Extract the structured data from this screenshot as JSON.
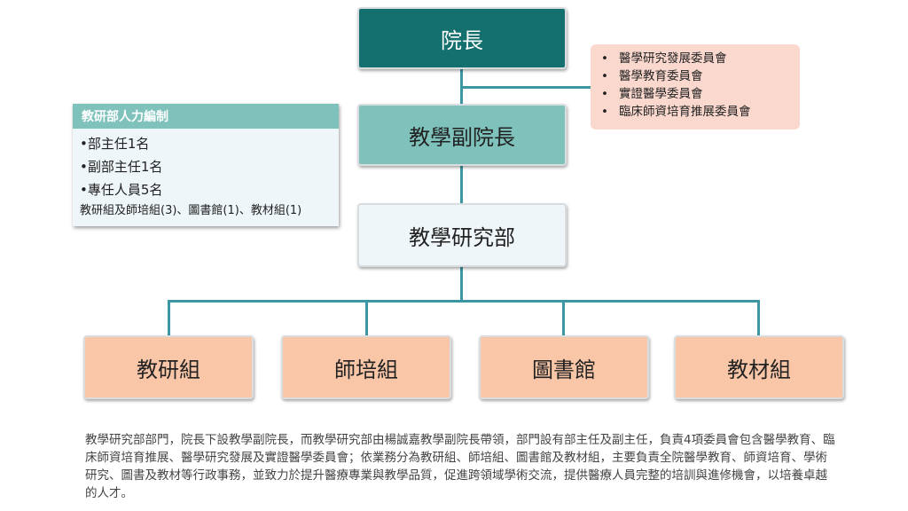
{
  "org": {
    "dean": "院長",
    "vice_dean": "教學副院長",
    "department": "教學研究部",
    "units": [
      "教研組",
      "師培組",
      "圖書館",
      "教材組"
    ]
  },
  "committees": {
    "bullet": "•",
    "items": [
      "醫學研究發展委員會",
      "醫學教育委員會",
      "實證醫學委員會",
      "臨床師資培育推展委員會"
    ]
  },
  "staffing": {
    "title": "教研部人力編制",
    "items": [
      "•部主任1名",
      "•副部主任1名",
      "•專任人員5名"
    ],
    "footer": "教研組及師培組(3)、圖書館(1)、教材組(1)"
  },
  "description": "教學研究部部門，院長下設教學副院長，而教學研究部由楊誠嘉教學副院長帶領，部門設有部主任及副主任，負責4項委員會包含醫學教育、臨床師資培育推展、醫學研究發展及實證醫學委員會；依業務分為教研組、師培組、圖書館及教材組，主要負責全院醫學教育、師資培育、學術研究、圖書及教材等行政事務，並致力於提升醫療專業與教學品質，促進跨領域學術交流，提供醫療人員完整的培訓與進修機會，以培養卓越的人才。"
}
